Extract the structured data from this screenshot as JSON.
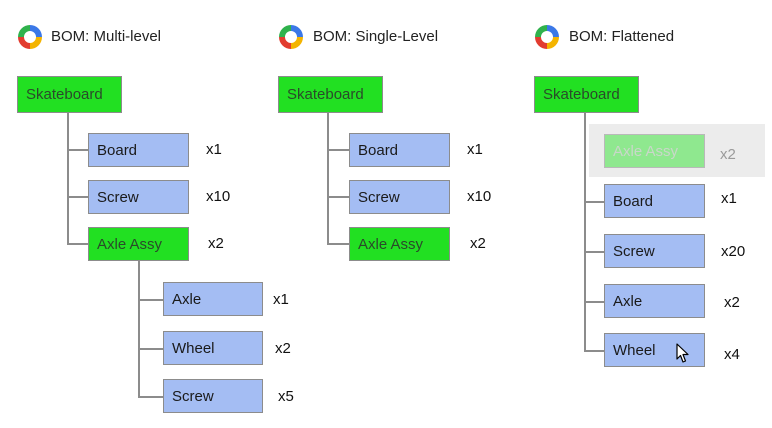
{
  "colors": {
    "root": "#22e022",
    "child": "#a4bdf3",
    "line": "#8c8c8c"
  },
  "panels": [
    {
      "title": "BOM: Multi-level",
      "root": "Skateboard",
      "items": [
        {
          "label": "Board",
          "qty": "x1"
        },
        {
          "label": "Screw",
          "qty": "x10"
        },
        {
          "label": "Axle Assy",
          "qty": "x2"
        },
        {
          "label": "Axle",
          "qty": "x1"
        },
        {
          "label": "Wheel",
          "qty": "x2"
        },
        {
          "label": "Screw",
          "qty": "x5"
        }
      ]
    },
    {
      "title": "BOM: Single-Level",
      "root": "Skateboard",
      "items": [
        {
          "label": "Board",
          "qty": "x1"
        },
        {
          "label": "Screw",
          "qty": "x10"
        },
        {
          "label": "Axle Assy",
          "qty": "x2"
        }
      ]
    },
    {
      "title": "BOM: Flattened",
      "root": "Skateboard",
      "items": [
        {
          "label": "Axle Assy",
          "qty": "x2"
        },
        {
          "label": "Board",
          "qty": "x1"
        },
        {
          "label": "Screw",
          "qty": "x20"
        },
        {
          "label": "Axle",
          "qty": "x2"
        },
        {
          "label": "Wheel",
          "qty": "x4"
        }
      ]
    }
  ]
}
